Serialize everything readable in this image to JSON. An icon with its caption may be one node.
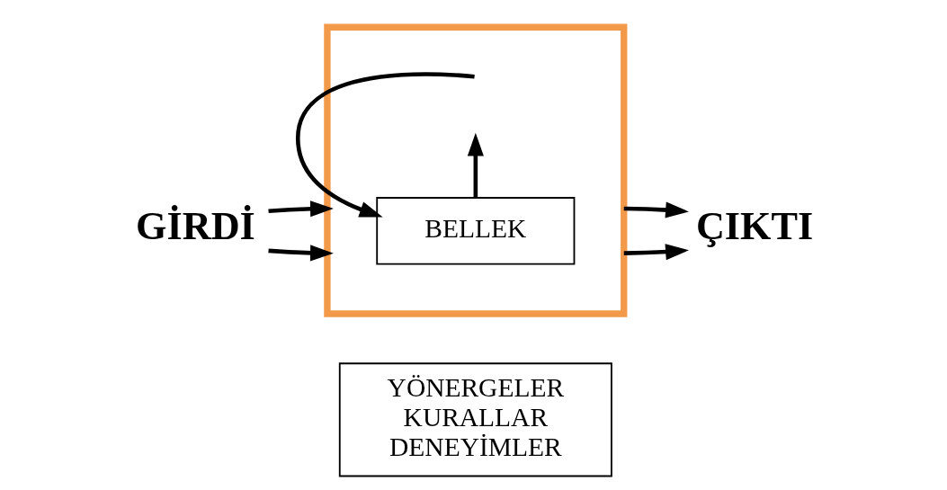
{
  "diagram": {
    "nodes": [
      {
        "text": [],
        "shape": "box"
      },
      {
        "text": [
          "BELLEK"
        ],
        "in": 0
      },
      {
        "text": [
          "YÖNERGELER KURALLAR DENEYİMLER"
        ]
      },
      {
        "text": [
          "GİRDİ"
        ]
      },
      {
        "text": [
          "ÇIKTI"
        ]
      }
    ],
    "edges": [
      {
        "from": 3,
        "to": 0,
        "arrow": "to"
      },
      {
        "from": 3,
        "to": 0,
        "arrow": "to"
      },
      {
        "from": 0,
        "to": 4,
        "arrow": "to"
      },
      {
        "from": 0,
        "to": 4,
        "arrow": "to"
      },
      {
        "from": null,
        "to": 1,
        "arrow": "to"
      },
      {
        "from": 1,
        "to": null,
        "arrow": "to"
      }
    ]
  }
}
